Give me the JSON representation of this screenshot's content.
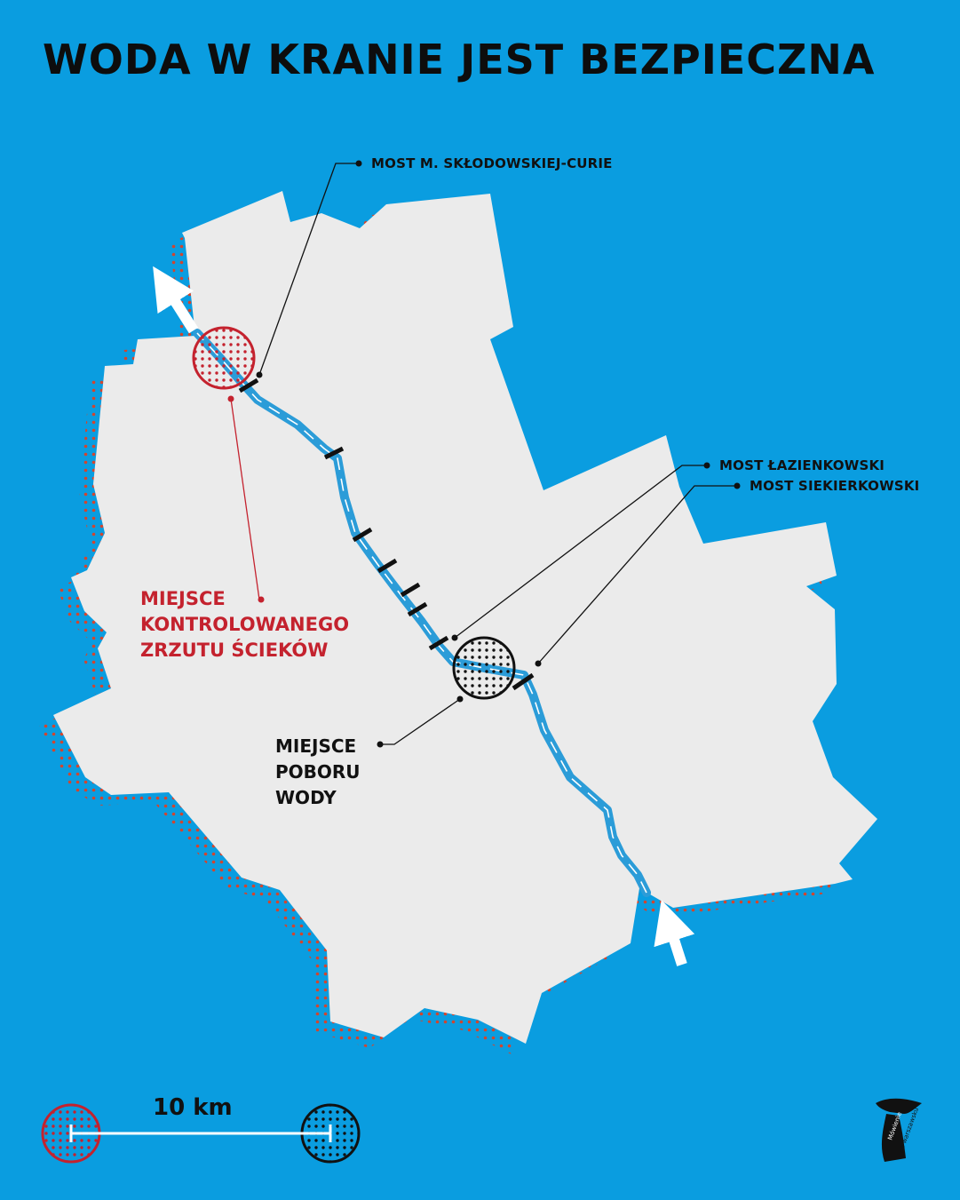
{
  "title": "WODA W KRANIE JEST BEZPIECZNA",
  "labels": {
    "bridge_curie": "MOST M. SKŁODOWSKIEJ-CURIE",
    "bridge_lazienkowski": "MOST ŁAZIENKOWSKI",
    "bridge_siekierkowski": "MOST SIEKIERKOWSKI",
    "discharge": [
      "MIEJSCE",
      "KONTROLOWANEGO",
      "ZRZUTU ŚCIEKÓW"
    ],
    "intake": [
      "MIEJSCE",
      "POBORU",
      "WODY"
    ]
  },
  "scale": {
    "label": "10 km"
  },
  "logo": {
    "text": "Mówienie po warszawsku"
  },
  "colors": {
    "background": "#0a9de0",
    "land": "#ebebeb",
    "river": "#2b9cd8",
    "discharge": "#c4222e",
    "intake": "#111111",
    "arrow": "#ffffff"
  }
}
